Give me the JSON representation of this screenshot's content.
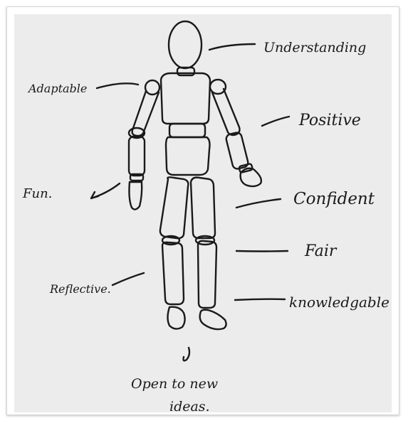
{
  "labels": {
    "understanding": "Understanding",
    "adaptable": "Adaptable",
    "positive": "Positive",
    "fun": "Fun.",
    "confident": "Confident",
    "fair": "Fair",
    "reflective": "Reflective.",
    "knowledgable": "knowledgable",
    "open_line1": "Open to new",
    "open_line2": "ideas."
  }
}
